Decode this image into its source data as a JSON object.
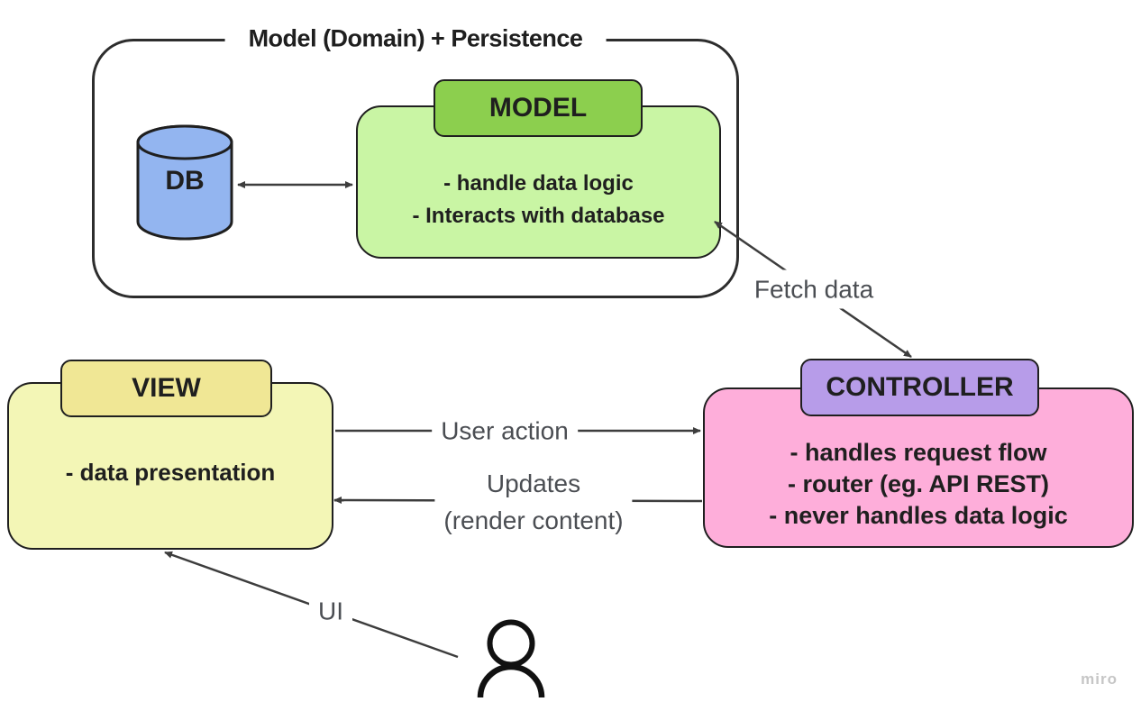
{
  "canvas": {
    "watermark": "miro"
  },
  "colors": {
    "outline": "#1f1f1f",
    "arrow": "#3d3d3d",
    "db_fill": "#93b5f0",
    "model_tab": "#8ccf4e",
    "model_body": "#c9f5a4",
    "view_tab": "#f0e795",
    "view_body": "#f3f6b6",
    "controller_tab": "#b79ce9",
    "controller_body": "#feaeda",
    "label_gray": "#4b4e53",
    "watermark_gray": "#c6c6c6"
  },
  "domain_group": {
    "title": "Model (Domain) + Persistence"
  },
  "shapes": {
    "db": {
      "label": "DB"
    },
    "model": {
      "title": "MODEL",
      "lines": [
        "- handle data logic",
        "- Interacts with database"
      ]
    },
    "view": {
      "title": "VIEW",
      "lines": [
        "- data presentation"
      ]
    },
    "controller": {
      "title": "CONTROLLER",
      "lines": [
        "- handles request flow",
        "- router (eg. API REST)",
        "- never handles data logic"
      ]
    }
  },
  "connectors": {
    "fetch_data": {
      "label": "Fetch data"
    },
    "user_action": {
      "label": "User action"
    },
    "updates": {
      "label_line1": "Updates",
      "label_line2": "(render content)"
    },
    "ui": {
      "label": "UI"
    }
  }
}
